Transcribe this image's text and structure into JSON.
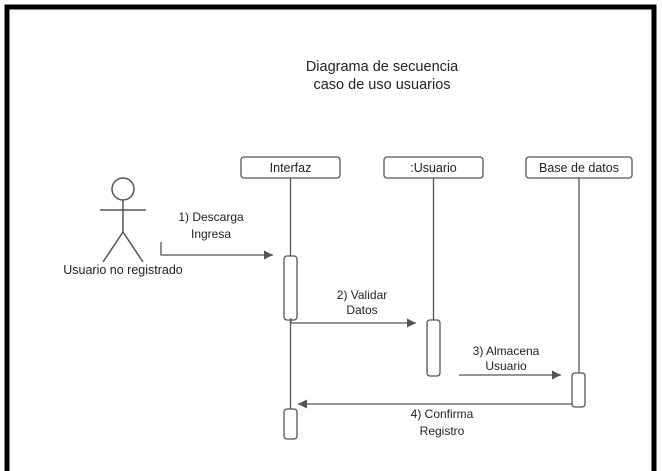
{
  "title": {
    "line1": "Diagrama de secuencia",
    "line2": "caso de uso usuarios"
  },
  "actor": {
    "label": "Usuario no registrado"
  },
  "lifelines": [
    {
      "label": "Interfaz"
    },
    {
      "label": ":Usuario"
    },
    {
      "label": "Base de datos"
    }
  ],
  "messages": [
    {
      "line1": "1) Descarga",
      "line2": "Ingresa"
    },
    {
      "line1": "2) Validar",
      "line2": "Datos"
    },
    {
      "line1": "3) Almacena",
      "line2": "Usuario"
    },
    {
      "line1": "4) Confirma",
      "line2": "Registro"
    }
  ],
  "colors": {
    "frame": "#000000",
    "line": "#555555",
    "text": "#222222"
  }
}
